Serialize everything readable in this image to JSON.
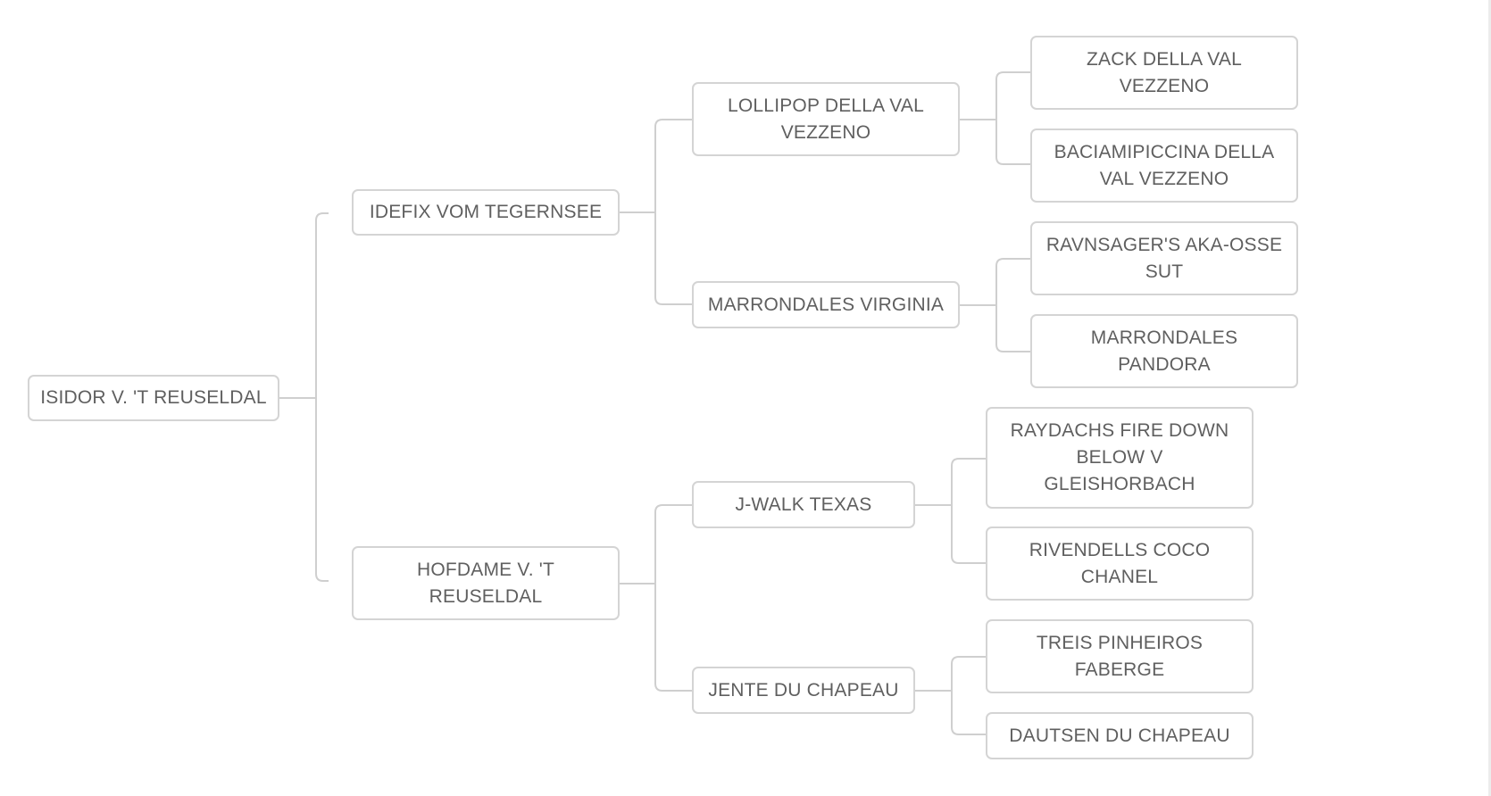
{
  "pedigree": {
    "subject": "ISIDOR V. 'T REUSELDAL",
    "sire": {
      "name": "IDEFIX VOM TEGERNSEE",
      "sire": {
        "name": "LOLLIPOP DELLA VAL VEZZENO",
        "sire": "ZACK DELLA VAL VEZZENO",
        "dam": "BACIAMIPICCINA DELLA VAL VEZZENO"
      },
      "dam": {
        "name": "MARRONDALES VIRGINIA",
        "sire": "RAVNSAGER'S AKA-OSSE SUT",
        "dam": "MARRONDALES PANDORA"
      }
    },
    "dam": {
      "name": "HOFDAME V. 'T REUSELDAL",
      "sire": {
        "name": "J-WALK TEXAS",
        "sire": "RAYDACHS FIRE DOWN BELOW V GLEISHORBACH",
        "dam": "RIVENDELLS COCO CHANEL"
      },
      "dam": {
        "name": "JENTE DU CHAPEAU",
        "sire": "TREIS PINHEIROS FABERGE",
        "dam": "DAUTSEN DU CHAPEAU"
      }
    }
  },
  "colors": {
    "node_border": "#d4d4d4",
    "node_text": "#5f5f5f",
    "connector": "#cfcfcf",
    "background": "#ffffff"
  }
}
